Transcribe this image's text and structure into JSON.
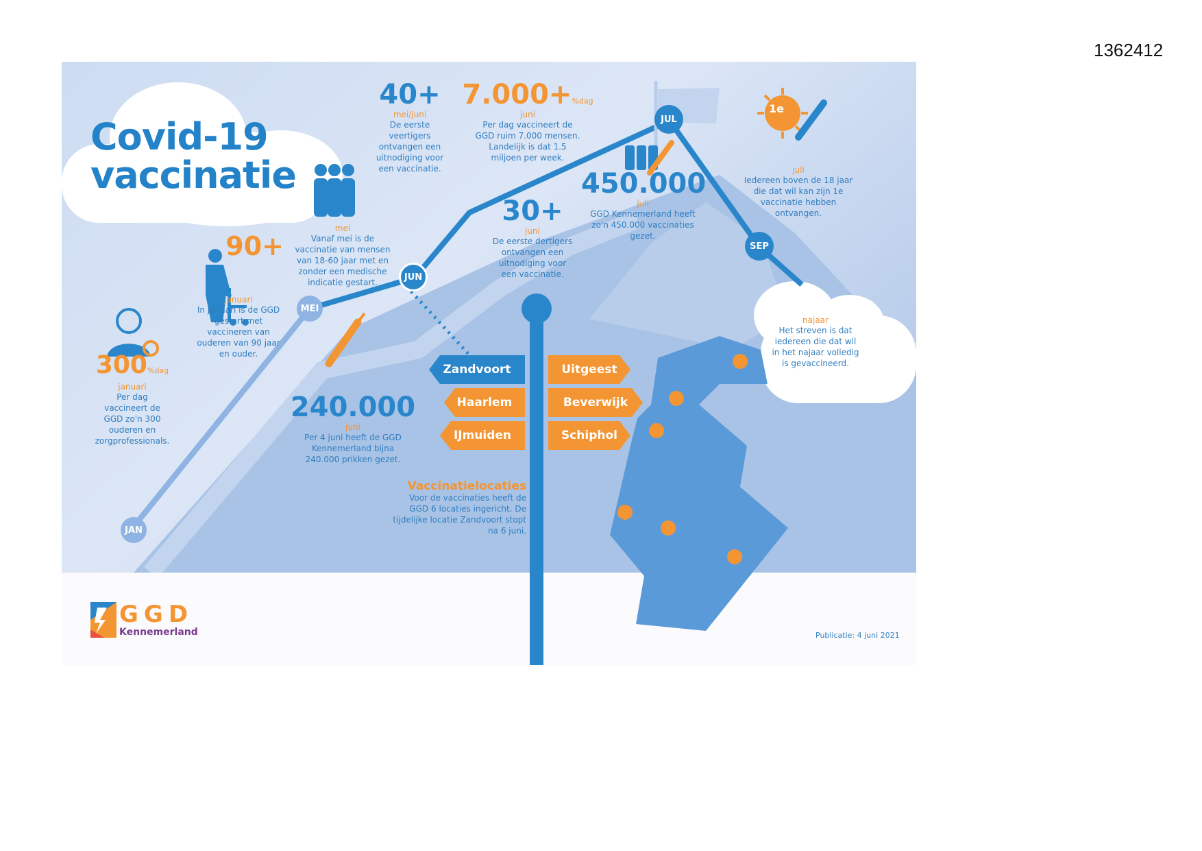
{
  "document_id": "1362412",
  "title": {
    "line1": "Covid-19",
    "line2": "vaccinatie"
  },
  "months": [
    "JAN",
    "MEI",
    "JUN",
    "JUL",
    "SEP"
  ],
  "stats": {
    "s300": {
      "value": "300",
      "unit": "%dag",
      "period": "januari",
      "text": "Per dag vaccineert de GGD zo'n 300 ouderen en zorgprofessionals."
    },
    "s90": {
      "value": "90+",
      "period": "januari",
      "text": "In januari is de GGD gestart met vaccineren van ouderen van 90 jaar en ouder."
    },
    "mei": {
      "period": "mei",
      "text": "Vanaf mei is de vaccinatie van mensen van 18-60 jaar met en zonder een medische indicatie gestart."
    },
    "s40": {
      "value": "40+",
      "period": "mei/juni",
      "text": "De eerste veertigers ontvangen een uitnodiging voor een vaccinatie."
    },
    "s7000": {
      "value": "7.000+",
      "unit": "%dag",
      "period": "juni",
      "text": "Per dag vaccineert de GGD ruim 7.000 mensen. Landelijk is dat 1.5 miljoen per week."
    },
    "s30": {
      "value": "30+",
      "period": "juni",
      "text": "De eerste dertigers ontvangen een uitnodiging voor een vaccinatie."
    },
    "s240000": {
      "value": "240.000",
      "period": "juni",
      "text": "Per 4 juni heeft de GGD Kennemerland bijna 240.000 prikken gezet."
    },
    "s450000": {
      "value": "450.000",
      "period": "juli",
      "text": "GGD Kennemerland heeft zo'n 450.000 vaccinaties gezet."
    },
    "first": {
      "badge": "1e",
      "period": "juli",
      "text": "Iedereen boven de 18 jaar die dat wil kan zijn 1e vaccinatie hebben ontvangen."
    },
    "najaar": {
      "period": "najaar",
      "text": "Het streven is dat iedereen die dat wil in het najaar volledig is gevaccineerd."
    }
  },
  "locations": {
    "heading": "Vaccinatielocaties",
    "text": "Voor de vaccinaties heeft de GGD 6 locaties ingericht. De tijdelijke locatie Zandvoort stopt na 6 juni.",
    "signs_left": [
      "Zandvoort",
      "Haarlem",
      "IJmuiden"
    ],
    "signs_right": [
      "Uitgeest",
      "Beverwijk",
      "Schiphol"
    ]
  },
  "logo": {
    "name": "GGD",
    "sub": "Kennemerland"
  },
  "publication": "Publicatie: 4 juni 2021",
  "colors": {
    "blue": "#2a86cb",
    "light_blue": "#8fb3e2",
    "orange": "#f39532",
    "purple": "#7a3c8e"
  }
}
